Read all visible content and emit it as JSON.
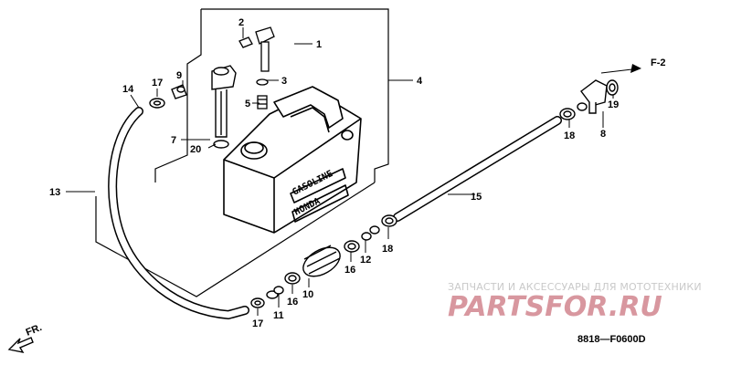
{
  "diagram": {
    "code": "8818—F0600D",
    "reference": "F-2",
    "direction": "FR.",
    "tank_words": [
      "GASOLINE",
      "HONDA"
    ],
    "watermark_top": "ЗАПЧАСТИ И АКСЕССУАРЫ ДЛЯ МОТОТЕХНИКИ",
    "watermark_main": "PARTSFOR.RU",
    "callouts": {
      "c1": "1",
      "c2": "2",
      "c3": "3",
      "c4": "4",
      "c5": "5",
      "c7": "7",
      "c8": "8",
      "c9": "9",
      "c10": "10",
      "c11": "11",
      "c12": "12",
      "c13": "13",
      "c14": "14",
      "c15": "15",
      "c16a": "16",
      "c16b": "16",
      "c17a": "17",
      "c17b": "17",
      "c18a": "18",
      "c18b": "18",
      "c19": "19",
      "c20": "20"
    }
  },
  "colors": {
    "line": "#000000",
    "watermark_main": "#d8979f",
    "watermark_top": "#c9c9c9"
  }
}
